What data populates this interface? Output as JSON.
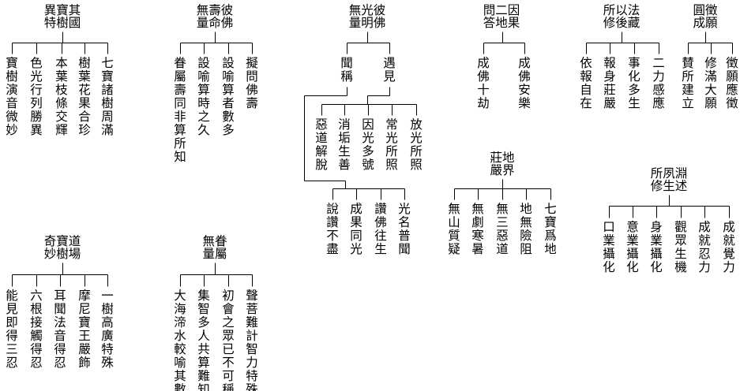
{
  "colors": {
    "line": "#000000",
    "text": "#000000",
    "background": "#ffffff"
  },
  "trees": [
    {
      "id": "t1",
      "title": "異寶其\n特樹國",
      "children": [
        "寶樹演音微妙",
        "色光行列勝異",
        "本葉枝條交輝",
        "樹葉花果合珍",
        "七寶諸樹周滿"
      ]
    },
    {
      "id": "t2",
      "title": "無壽彼\n量命佛",
      "children": [
        "眷屬壽同非算所知",
        "設喻算時之久",
        "設喻算者數多",
        "擬問佛壽"
      ]
    },
    {
      "id": "t3",
      "title": "無光彼\n量明佛",
      "sub": [
        {
          "label": "聞稱",
          "children": [
            "說讚不盡",
            "成果同光",
            "讚佛往生",
            "光名普聞"
          ]
        },
        {
          "label": "遇見",
          "children": [
            "惡道解脫",
            "消垢生善",
            "因光多號",
            "常光所照",
            "放光所照"
          ]
        }
      ]
    },
    {
      "id": "t4",
      "title": "問二因\n答地果",
      "children": [
        "成佛十劫",
        "成佛安樂"
      ]
    },
    {
      "id": "t5",
      "title": "所以法\n修後藏",
      "children": [
        "依報自在",
        "報身莊嚴",
        "事化多生",
        "二力感應"
      ]
    },
    {
      "id": "t6",
      "title": "圓徵\n成願",
      "children": [
        "賛所建立",
        "修滿大願",
        "徵願應徵"
      ]
    },
    {
      "id": "t7",
      "title": "莊地\n嚴界",
      "children": [
        "無山質疑",
        "無劇寒暑",
        "無三惡道",
        "地無險阻",
        "七寶爲地"
      ]
    },
    {
      "id": "t8",
      "title": "所夙淵\n修生述",
      "children": [
        "口業攝化",
        "意業攝化",
        "身業攝化",
        "觀眾生機",
        "成就忍力",
        "成就覺力"
      ]
    },
    {
      "id": "t9",
      "title": "奇寶道\n妙樹場",
      "children": [
        "能見即得三忍",
        "六根接觸得忍",
        "耳聞法音得忍",
        "摩尼寶王嚴飾",
        "一樹高廣特殊"
      ]
    },
    {
      "id": "t10",
      "title": "無眷\n量屬",
      "children": [
        "大海渧水較喻其數",
        "集智多人共算難知",
        "初會之眾已不可稱",
        "聲菩難計智力特殊"
      ]
    }
  ]
}
